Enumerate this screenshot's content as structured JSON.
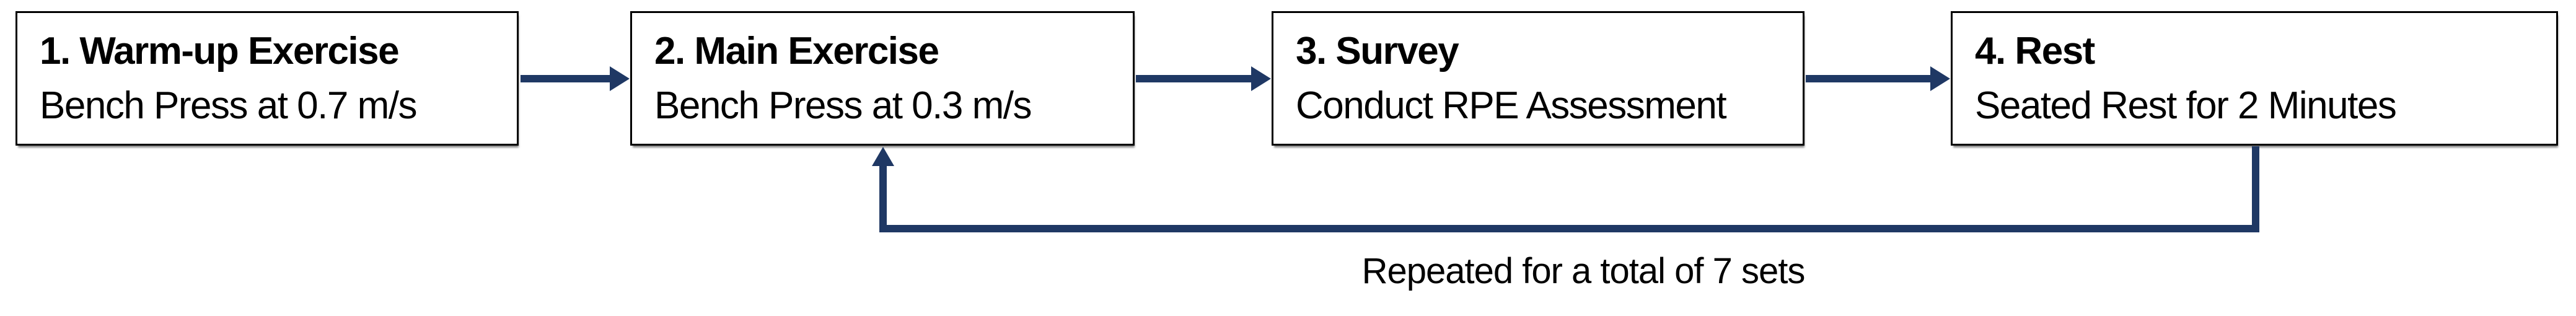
{
  "diagram": {
    "colors": {
      "arrow": "#1f3864",
      "box_border": "#000000",
      "box_fill": "#ffffff",
      "text": "#000000",
      "background": "#ffffff"
    },
    "steps": [
      {
        "title": "1. Warm-up Exercise",
        "subtitle": "Bench Press at 0.7 m/s"
      },
      {
        "title": "2. Main Exercise",
        "subtitle": "Bench Press at 0.3 m/s"
      },
      {
        "title": "3. Survey",
        "subtitle": "Conduct RPE Assessment"
      },
      {
        "title": "4. Rest",
        "subtitle": "Seated Rest for 2 Minutes"
      }
    ],
    "loop": {
      "label": "Repeated for a total of 7 sets",
      "from_step": "4",
      "to_step": "2"
    }
  }
}
